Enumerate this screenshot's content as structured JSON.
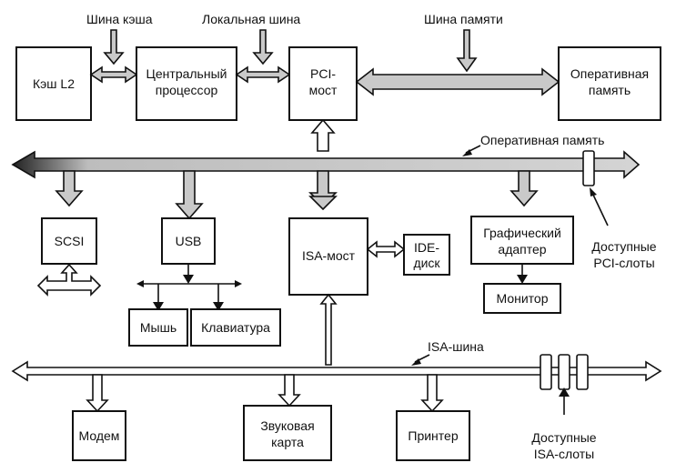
{
  "blocks": {
    "cache": "Кэш L2",
    "cpu": [
      "Центральный",
      "процессор"
    ],
    "pci_bridge": [
      "PCI-",
      "мост"
    ],
    "ram": [
      "Оперативная",
      "память"
    ],
    "scsi": "SCSI",
    "usb": "USB",
    "isa_bridge": "ISA-мост",
    "ide": [
      "IDE-",
      "диск"
    ],
    "graphics": [
      "Графический",
      "адаптер"
    ],
    "monitor": "Монитор",
    "mouse": "Мышь",
    "keyboard": "Клавиатура",
    "modem": "Модем",
    "sound": [
      "Звуковая",
      "карта"
    ],
    "printer": "Принтер"
  },
  "labels": {
    "cache_bus": "Шина кэша",
    "local_bus": "Локальная шина",
    "memory_bus": "Шина памяти",
    "pci_bus": "Оперативная память",
    "pci_slots": [
      "Доступные",
      "PCI-слоты"
    ],
    "isa_bus": "ISA-шина",
    "isa_slots": [
      "Доступные",
      "ISA-слоты"
    ]
  },
  "colors": {
    "line": "#111111",
    "bus_fill": "#c9c9c9",
    "gradient_dark": "#222222"
  }
}
